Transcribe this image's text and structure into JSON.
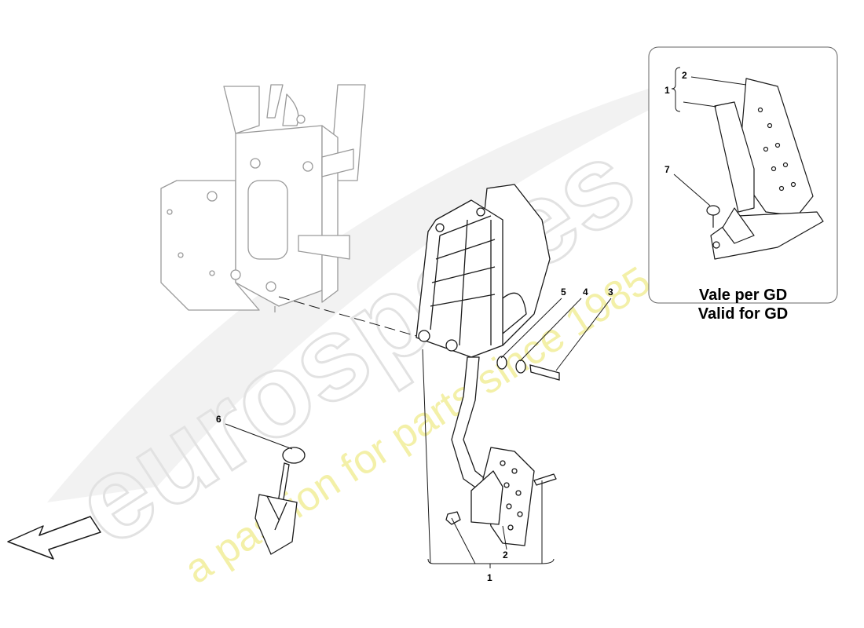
{
  "callouts": {
    "c1_main": "1",
    "c2_main": "2",
    "c3": "3",
    "c4": "4",
    "c5": "5",
    "c6": "6",
    "inset_c1": "1",
    "inset_c2": "2",
    "inset_c7": "7"
  },
  "inset": {
    "line1": "Vale per GD",
    "line2": "Valid for GD"
  },
  "watermark": {
    "brand": "eurospares",
    "tagline": "a passion for parts since 1985"
  },
  "colors": {
    "line": "#1a1a1a",
    "ghost": "#9a9a9a",
    "watermark_grey": "#e6e6e6",
    "watermark_yellow": "#f3f0a8"
  }
}
